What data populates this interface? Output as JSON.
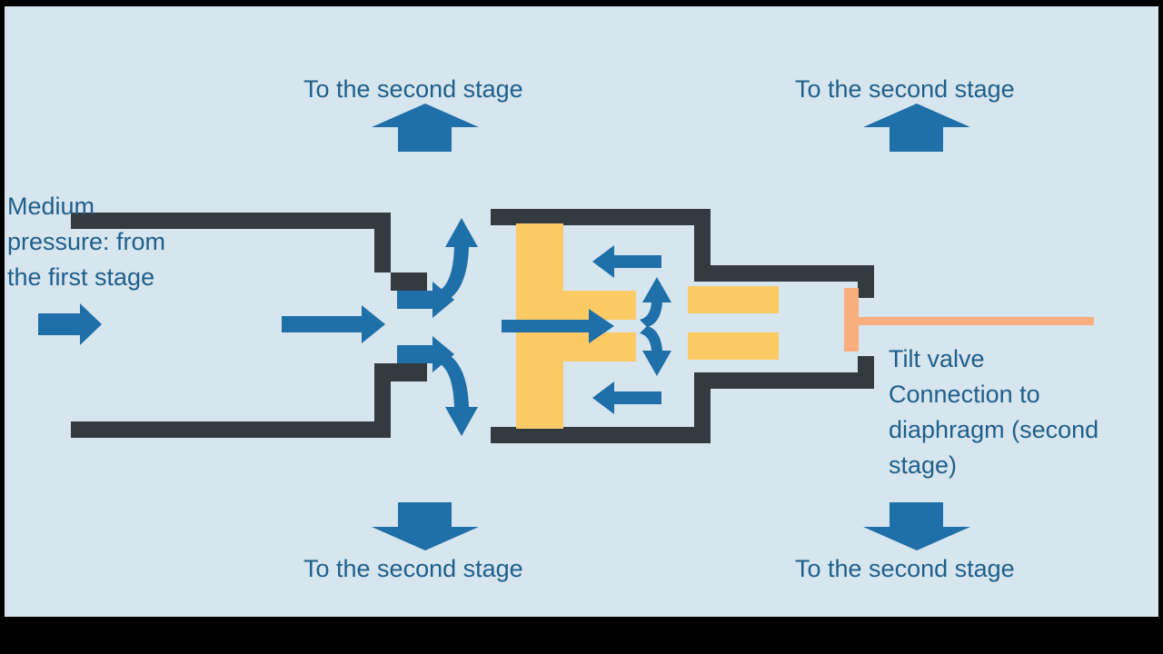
{
  "diagram": {
    "title": "Scuba regulator first stage cross-section",
    "background_color": "#D6E5EE",
    "letterbox_color": "#000000",
    "colors": {
      "body_dark": "#333A40",
      "piston_yellow": "#FBCA64",
      "flow_blue": "#1F6FA8",
      "text_blue": "#1F5F8B",
      "valve_salmon": "#F8AE7D"
    },
    "labels": {
      "top_left": "To the second stage",
      "top_right": "To the second stage",
      "bottom_left": "To the second stage",
      "bottom_right": "To the second stage",
      "inlet_line1": "Medium",
      "inlet_line2": "pressure: from",
      "inlet_line3": "the first stage",
      "tilt_line1": "Tilt valve",
      "tilt_line2": "Connection to",
      "tilt_line3": "diaphragm (second",
      "tilt_line4": "stage)"
    },
    "parts": {
      "inlet_duct": "medium-pressure inlet duct",
      "nozzle": "converging nozzle",
      "chamber": "valve body chamber",
      "piston_left": "left L-shaped piston seat",
      "piston_right": "right piston seat",
      "tilt_stem": "tilt valve stem",
      "diaphragm_rod": "connection rod to diaphragm"
    },
    "flow_arrows": {
      "inlet_main": "rightward inlet flow",
      "nozzle_up": "upward diverted flow",
      "nozzle_down": "downward diverted flow",
      "chamber_center": "rightward central flow",
      "split_up": "flow splitting upward",
      "split_down": "flow splitting downward",
      "return_top": "leftward return flow top",
      "return_bottom": "leftward return flow bottom",
      "exit_top_left": "exit upward to second stage",
      "exit_top_right": "exit upward to second stage",
      "exit_bottom_left": "exit downward to second stage",
      "exit_bottom_right": "exit downward to second stage"
    }
  }
}
